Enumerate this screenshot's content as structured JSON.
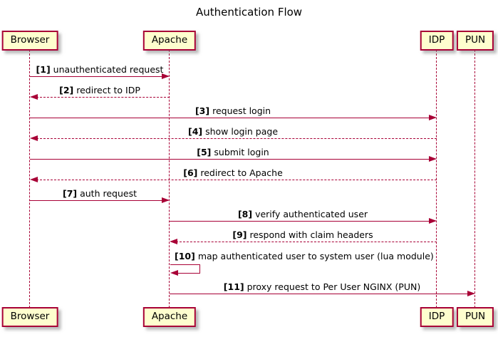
{
  "title": "Authentication Flow",
  "participants": [
    {
      "name": "Browser"
    },
    {
      "name": "Apache"
    },
    {
      "name": "IDP"
    },
    {
      "name": "PUN"
    }
  ],
  "messages": [
    {
      "num": "[1]",
      "text": "unauthenticated request",
      "from": "Browser",
      "to": "Apache",
      "line": "solid"
    },
    {
      "num": "[2]",
      "text": "redirect to IDP",
      "from": "Apache",
      "to": "Browser",
      "line": "dashed"
    },
    {
      "num": "[3]",
      "text": "request login",
      "from": "Browser",
      "to": "IDP",
      "line": "solid"
    },
    {
      "num": "[4]",
      "text": "show login page",
      "from": "IDP",
      "to": "Browser",
      "line": "dashed"
    },
    {
      "num": "[5]",
      "text": "submit login",
      "from": "Browser",
      "to": "IDP",
      "line": "solid"
    },
    {
      "num": "[6]",
      "text": "redirect to Apache",
      "from": "IDP",
      "to": "Browser",
      "line": "dashed"
    },
    {
      "num": "[7]",
      "text": "auth request",
      "from": "Browser",
      "to": "Apache",
      "line": "solid"
    },
    {
      "num": "[8]",
      "text": "verify authenticated user",
      "from": "Apache",
      "to": "IDP",
      "line": "solid"
    },
    {
      "num": "[9]",
      "text": "respond with claim headers",
      "from": "IDP",
      "to": "Apache",
      "line": "dashed"
    },
    {
      "num": "[10]",
      "text": "map authenticated user to system user (lua module)",
      "from": "Apache",
      "to": "Apache",
      "line": "solid"
    },
    {
      "num": "[11]",
      "text": "proxy request to Per User NGINX (PUN)",
      "from": "Apache",
      "to": "PUN",
      "line": "solid"
    }
  ],
  "colors": {
    "participant_fill": "#FEFECE",
    "accent": "#A80036",
    "text": "#000000",
    "background": "#FFFFFF"
  }
}
